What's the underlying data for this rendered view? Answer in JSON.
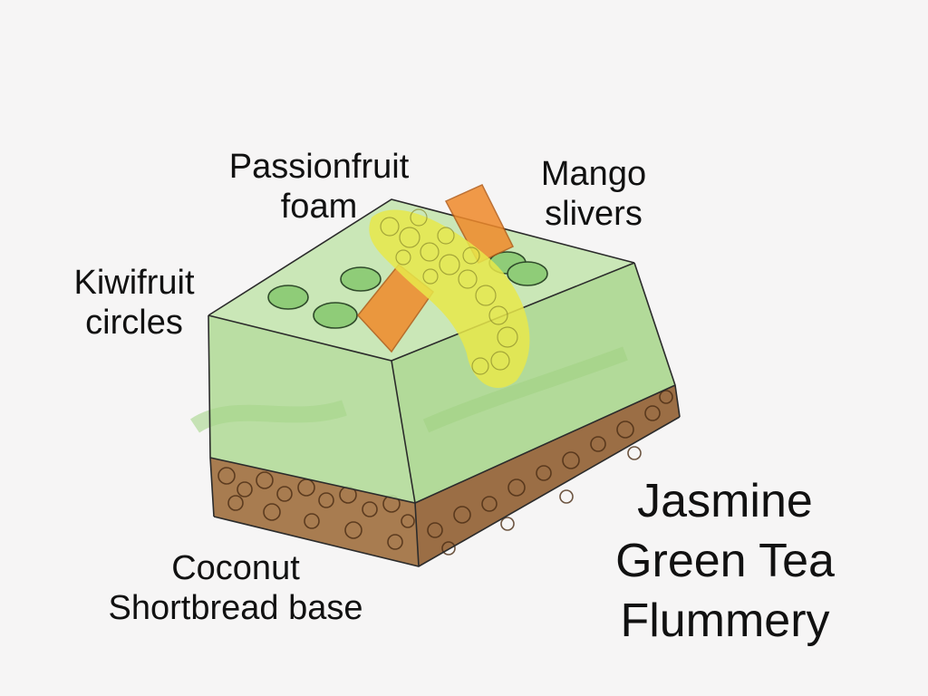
{
  "title": {
    "lines": [
      "Jasmine",
      "Green Tea",
      "Flummery"
    ]
  },
  "labels": {
    "passionfruit": [
      "Passionfruit",
      "foam"
    ],
    "mango": [
      "Mango",
      "slivers"
    ],
    "kiwifruit": [
      "Kiwifruit",
      "circles"
    ],
    "coconut": [
      "Coconut",
      "Shortbread base"
    ]
  },
  "colors": {
    "background": "#f6f5f5",
    "jelly": "#b4dc9a",
    "kiwi": "#8fcc78",
    "mango": "#f08a2a",
    "foam": "#e7e84a",
    "base": "#9c6a3a",
    "ink": "#2b2b2b"
  }
}
